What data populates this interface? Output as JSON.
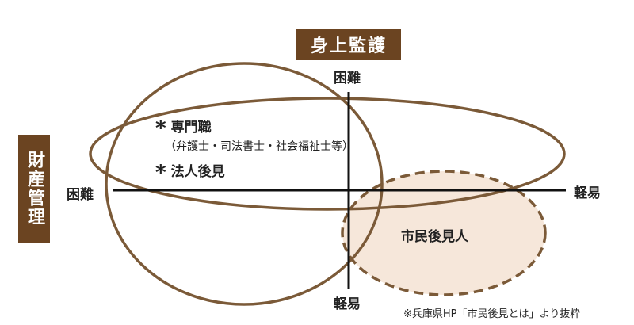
{
  "title_top": "身上監護",
  "title_left": "財産管理",
  "axis": {
    "vertical_top": "困難",
    "vertical_bottom": "軽易",
    "horizontal_left": "困難",
    "horizontal_right": "軽易"
  },
  "entries": [
    {
      "marker": "*",
      "label": "専門職",
      "sub": "（弁護士・司法書士・社会福祉士等）"
    },
    {
      "marker": "*",
      "label": "法人後見"
    }
  ],
  "citizen": {
    "label": "市民後見人"
  },
  "footnote": "※兵庫県HP「市民後見とは」より抜粋",
  "colors": {
    "brown_stroke": "#7b5a38",
    "label_bg": "#6b4421",
    "citizen_fill": "#f6e7da",
    "axis": "#111111"
  }
}
